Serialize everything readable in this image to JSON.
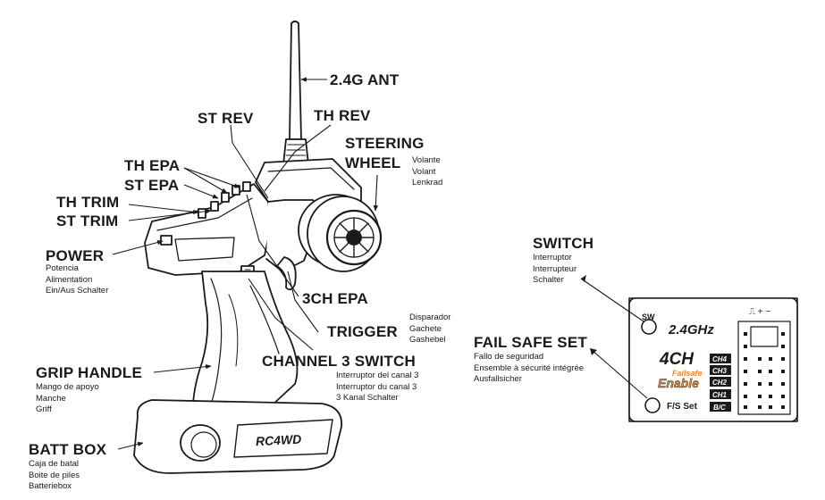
{
  "transmitter": {
    "labels": {
      "antenna": "2.4G ANT",
      "st_rev": "ST REV",
      "th_rev": "TH REV",
      "steering_wheel_line1": "STEERING",
      "steering_wheel_line2": "WHEEL",
      "th_epa": "TH EPA",
      "st_epa": "ST EPA",
      "th_trim": "TH TRIM",
      "st_trim": "ST TRIM",
      "power": "POWER",
      "ch3_epa": "3CH EPA",
      "trigger": "TRIGGER",
      "channel3_switch": "CHANNEL 3 SWITCH",
      "grip_handle": "GRIP HANDLE",
      "batt_box": "BATT BOX"
    },
    "translations": {
      "steering_wheel": [
        "Volante",
        "Volant",
        "Lenkrad"
      ],
      "power": [
        "Potencia",
        "Alimentation",
        "Ein/Aus Schalter"
      ],
      "trigger": [
        "Disparador",
        "Gachete",
        "Gashebel"
      ],
      "channel3_switch": [
        "Interruptor del canal 3",
        "Interruptor du canal 3",
        "3 Kanal Schalter"
      ],
      "grip_handle": [
        "Mango de apoyo",
        "Manche",
        "Griff"
      ],
      "batt_box": [
        "Caja de batal",
        "Boite de piles",
        "Batteriebox"
      ]
    },
    "brand_logo": "RC4WD"
  },
  "receiver": {
    "labels": {
      "switch": "SWITCH",
      "fail_safe_set": "FAIL SAFE SET"
    },
    "translations": {
      "switch": [
        "Interruptor",
        "Interrupteur",
        "Schalter"
      ],
      "fail_safe_set": [
        "Fallo de seguridad",
        "Ensemble à sécurité intégrée",
        "Ausfallsicher"
      ]
    },
    "panel": {
      "sw_label": "SW",
      "freq": "2.4GHz",
      "channels_label": "4CH",
      "failsafe_badge": "Failsafe",
      "enable_badge": "Enable",
      "fs_set_label": "F/S Set",
      "channels": [
        "CH4",
        "CH3",
        "CH2",
        "CH1",
        "B/C"
      ],
      "power_symbols": "⎍ + −"
    }
  },
  "colors": {
    "line": "#1a1a1a",
    "badge_orange": "#e8872a"
  }
}
